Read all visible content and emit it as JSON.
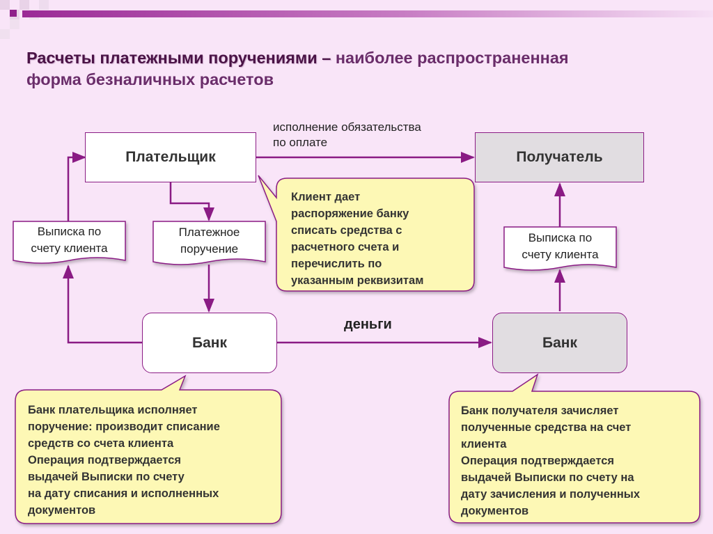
{
  "title": {
    "strong": "Расчеты платежными поручениями –",
    "rest_line1": " наиболее распространенная",
    "rest_line2": "форма безналичных расчетов"
  },
  "nodes": {
    "payer": "Плательщик",
    "recipient": "Получатель",
    "bank_payer": "Банк",
    "bank_recipient": "Банк"
  },
  "documents": {
    "statement_left": [
      "Выписка по",
      "счету клиента"
    ],
    "payment_order": [
      "Платежное",
      "поручение"
    ],
    "statement_right": [
      "Выписка по",
      "счету клиента"
    ]
  },
  "labels": {
    "obligation": [
      "исполнение обязательства",
      "по оплате"
    ],
    "money": "деньги"
  },
  "callouts": {
    "client": [
      "Клиент дает",
      "распоряжение банку",
      "списать средства с",
      "расчетного счета и",
      "перечислить по",
      "указанным реквизитам"
    ],
    "bank_payer": [
      "Банк плательщика исполняет",
      "поручение: производит списание",
      "средств со счета клиента",
      "Операция подтверждается",
      "выдачей Выписки по счету",
      "на дату списания и исполненных",
      "документов"
    ],
    "bank_recipient": [
      "Банк получателя зачисляет",
      "полученные средства на счет",
      "клиента",
      "Операция подтверждается",
      "выдачей Выписки по счету на",
      "дату зачисления и полученных",
      "документов"
    ]
  },
  "colors": {
    "background": "#f9e5f8",
    "accent": "#8a1b84",
    "callout_fill": "#fdf8b5",
    "gray_box": "#e1dde1"
  }
}
